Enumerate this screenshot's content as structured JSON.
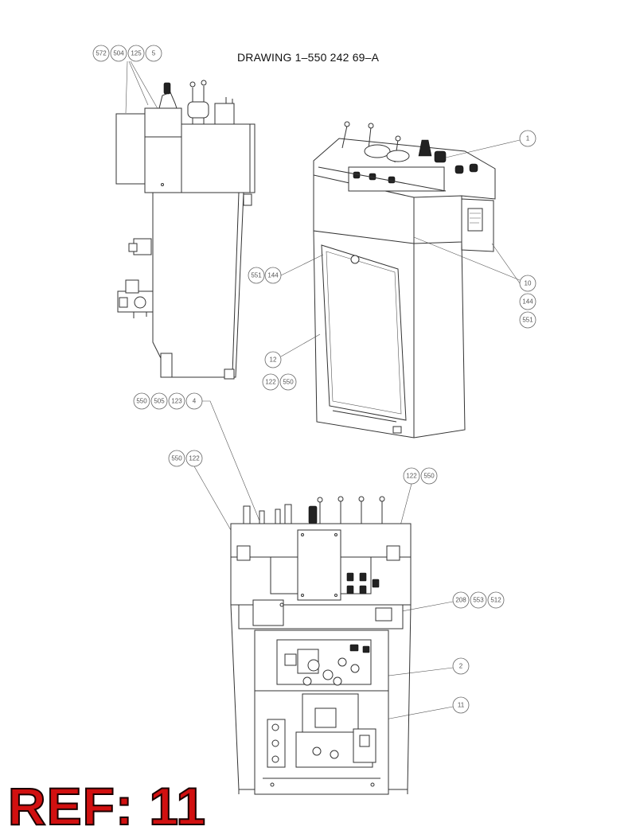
{
  "title": "DRAWING 1–550 242 69–A",
  "ref_label": "REF: 11",
  "colors": {
    "ref_text": "#d11010",
    "line": "#333333",
    "balloon_text": "#555555"
  },
  "balloons": {
    "side_view": [
      "572",
      "504",
      "125",
      "5"
    ],
    "iso_view": [
      "1",
      "551",
      "144",
      "10",
      "144",
      "551",
      "12",
      "122",
      "550"
    ],
    "front_view": [
      "550",
      "505",
      "123",
      "4",
      "550",
      "122",
      "122",
      "550",
      "208",
      "553",
      "512",
      "2",
      "11"
    ]
  }
}
